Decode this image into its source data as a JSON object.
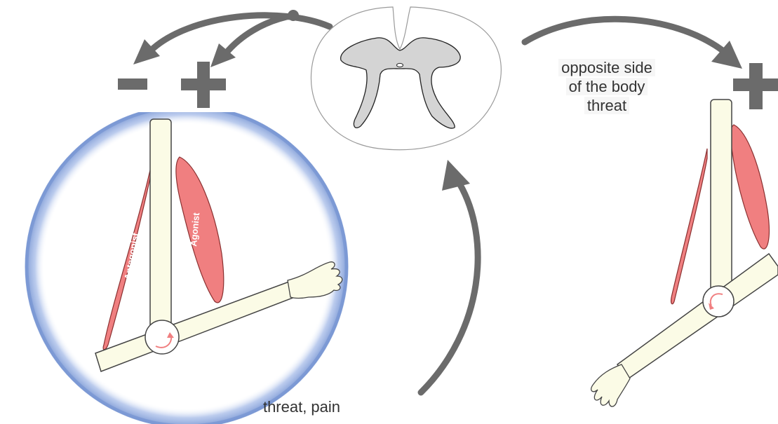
{
  "labels": {
    "opposite_line1": "opposite side",
    "opposite_line2": "of the body",
    "opposite_line3": "threat",
    "threat_pain": "threat, pain",
    "antagonist": "Antagonist",
    "agonist": "Agonist"
  },
  "signs": {
    "minus": "-",
    "plus_left": "+",
    "plus_right": "+"
  },
  "colors": {
    "arrow": "#6b6b6b",
    "muscle": "#f07f80",
    "bone": "#fbfbe6",
    "grey_matter": "#d4d4d4",
    "circle_edge": "#6f8fd0"
  }
}
